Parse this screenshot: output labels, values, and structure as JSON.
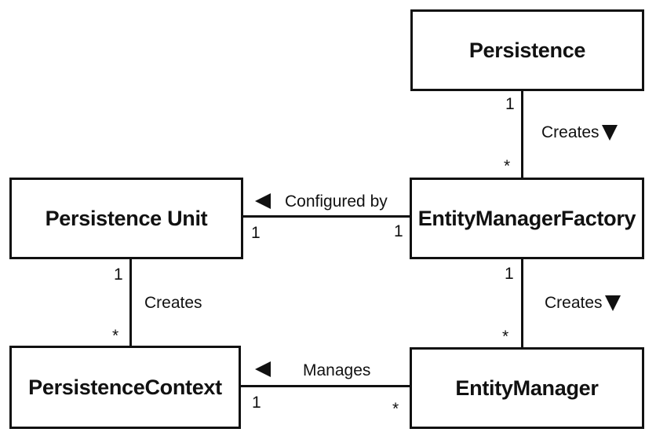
{
  "classes": {
    "persistence": "Persistence",
    "persistence_unit": "Persistence Unit",
    "entity_manager_factory": "EntityManagerFactory",
    "persistence_context": "PersistenceContext",
    "entity_manager": "EntityManager"
  },
  "relations": {
    "persistence_creates_emf": {
      "label": "Creates",
      "arrow": "down-triangle",
      "source_multiplicity": "1",
      "target_multiplicity": "*"
    },
    "emf_configured_by_unit": {
      "label": "Configured by",
      "arrow": "left-triangle",
      "unit_multiplicity": "1",
      "emf_multiplicity": "1"
    },
    "unit_creates_context": {
      "label": "Creates",
      "source_multiplicity": "1",
      "target_multiplicity": "*"
    },
    "emf_creates_em": {
      "label": "Creates",
      "arrow": "down-triangle",
      "source_multiplicity": "1",
      "target_multiplicity": "*"
    },
    "em_manages_context": {
      "label": "Manages",
      "arrow": "left-triangle",
      "context_multiplicity": "1",
      "em_multiplicity": "*"
    }
  }
}
